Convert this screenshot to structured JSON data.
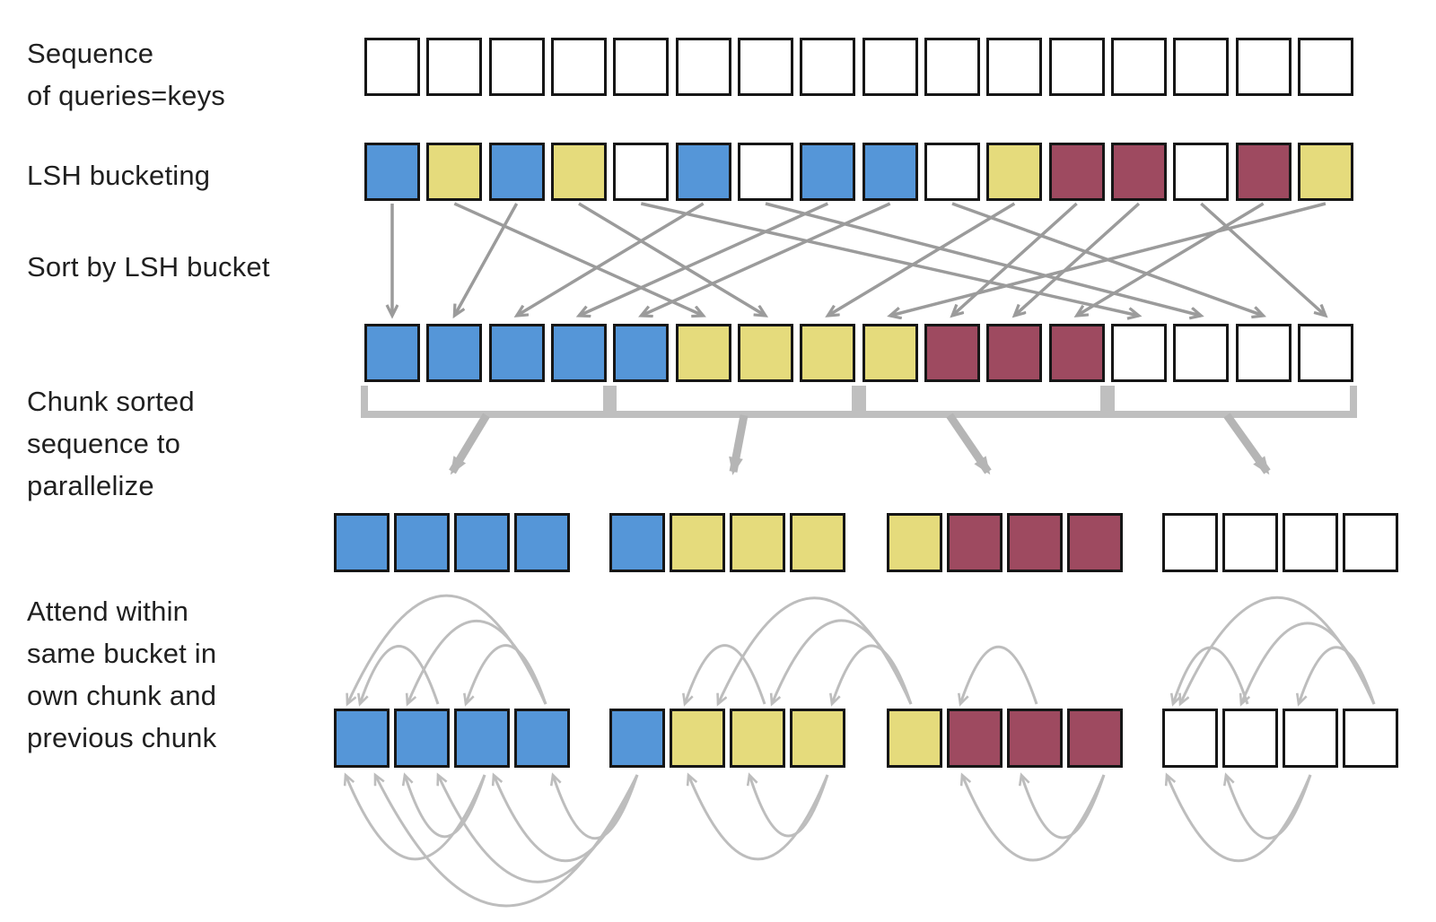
{
  "labels": {
    "queries": "Sequence\nof queries=keys",
    "lsh": "LSH bucketing",
    "sort": "Sort by LSH bucket",
    "chunk": "Chunk sorted\nsequence to\nparallelize",
    "attend": "Attend within\nsame bucket in\nown chunk and\nprevious chunk"
  },
  "colors": {
    "blue": "#5596D8",
    "yellow": "#E5DB7C",
    "maroon": "#9E4A60",
    "white": "#FFFFFF",
    "border": "#161616",
    "sort_arrow": "#9B9B9B",
    "bracket": "#BFBFBF",
    "chunk_arrow": "#B5B5B5",
    "arc": "#BDBDBD",
    "text": "#202020"
  },
  "rows": {
    "queries": [
      "white",
      "white",
      "white",
      "white",
      "white",
      "white",
      "white",
      "white",
      "white",
      "white",
      "white",
      "white",
      "white",
      "white",
      "white",
      "white"
    ],
    "lsh_buckets": [
      "blue",
      "yellow",
      "blue",
      "yellow",
      "white",
      "blue",
      "white",
      "blue",
      "blue",
      "white",
      "yellow",
      "maroon",
      "maroon",
      "white",
      "maroon",
      "yellow"
    ],
    "sorted": [
      "blue",
      "blue",
      "blue",
      "blue",
      "blue",
      "yellow",
      "yellow",
      "yellow",
      "yellow",
      "maroon",
      "maroon",
      "maroon",
      "white",
      "white",
      "white",
      "white"
    ]
  },
  "sort_mapping": [
    0,
    5,
    1,
    6,
    12,
    2,
    13,
    3,
    4,
    14,
    7,
    9,
    10,
    15,
    11,
    8
  ],
  "chunks": [
    [
      "blue",
      "blue",
      "blue",
      "blue"
    ],
    [
      "blue",
      "yellow",
      "yellow",
      "yellow"
    ],
    [
      "yellow",
      "maroon",
      "maroon",
      "maroon"
    ],
    [
      "white",
      "white",
      "white",
      "white"
    ]
  ],
  "attention": {
    "above": [
      {
        "from": [
          0,
          3
        ],
        "to": [
          0,
          0
        ],
        "sdx": 4,
        "tdx": -16
      },
      {
        "from": [
          0,
          3
        ],
        "to": [
          0,
          1
        ],
        "sdx": 4,
        "tdx": -16
      },
      {
        "from": [
          0,
          3
        ],
        "to": [
          0,
          2
        ],
        "sdx": 4,
        "tdx": -18
      },
      {
        "from": [
          0,
          1
        ],
        "to": [
          0,
          0
        ],
        "sdx": 18,
        "tdx": -2
      },
      {
        "from": [
          2,
          0
        ],
        "to": [
          1,
          1
        ],
        "sdx": -4,
        "tdx": 23
      },
      {
        "from": [
          2,
          0
        ],
        "to": [
          1,
          2
        ],
        "sdx": -4,
        "tdx": 16
      },
      {
        "from": [
          2,
          0
        ],
        "to": [
          1,
          3
        ],
        "sdx": -4,
        "tdx": 16
      },
      {
        "from": [
          1,
          2
        ],
        "to": [
          1,
          1
        ],
        "sdx": 8,
        "tdx": -14
      },
      {
        "from": [
          2,
          2
        ],
        "to": [
          2,
          1
        ],
        "sdx": 2,
        "tdx": -16
      },
      {
        "from": [
          3,
          3
        ],
        "to": [
          3,
          0
        ],
        "sdx": 4,
        "tdx": -11
      },
      {
        "from": [
          3,
          3
        ],
        "to": [
          3,
          1
        ],
        "sdx": 4,
        "tdx": -10
      },
      {
        "from": [
          3,
          3
        ],
        "to": [
          3,
          2
        ],
        "sdx": 4,
        "tdx": -13
      },
      {
        "from": [
          3,
          1
        ],
        "to": [
          3,
          0
        ],
        "sdx": -3,
        "tdx": -19
      }
    ],
    "below": [
      {
        "from": [
          0,
          2
        ],
        "to": [
          0,
          0
        ],
        "sdx": 3,
        "tdx": -18
      },
      {
        "from": [
          0,
          2
        ],
        "to": [
          0,
          1
        ],
        "sdx": 3,
        "tdx": -19
      },
      {
        "from": [
          1,
          0
        ],
        "to": [
          0,
          0
        ],
        "sdx": 0,
        "tdx": 15
      },
      {
        "from": [
          1,
          0
        ],
        "to": [
          0,
          1
        ],
        "sdx": 0,
        "tdx": 18
      },
      {
        "from": [
          1,
          0
        ],
        "to": [
          0,
          2
        ],
        "sdx": 0,
        "tdx": 13
      },
      {
        "from": [
          1,
          0
        ],
        "to": [
          0,
          3
        ],
        "sdx": 0,
        "tdx": 12
      },
      {
        "from": [
          1,
          3
        ],
        "to": [
          1,
          1
        ],
        "sdx": 11,
        "tdx": -10
      },
      {
        "from": [
          1,
          3
        ],
        "to": [
          1,
          2
        ],
        "sdx": 11,
        "tdx": -9
      },
      {
        "from": [
          2,
          3
        ],
        "to": [
          2,
          1
        ],
        "sdx": 10,
        "tdx": -14
      },
      {
        "from": [
          2,
          3
        ],
        "to": [
          2,
          2
        ],
        "sdx": 10,
        "tdx": -15
      },
      {
        "from": [
          3,
          2
        ],
        "to": [
          3,
          0
        ],
        "sdx": 0,
        "tdx": -26
      },
      {
        "from": [
          3,
          2
        ],
        "to": [
          3,
          1
        ],
        "sdx": 0,
        "tdx": -27
      }
    ]
  }
}
